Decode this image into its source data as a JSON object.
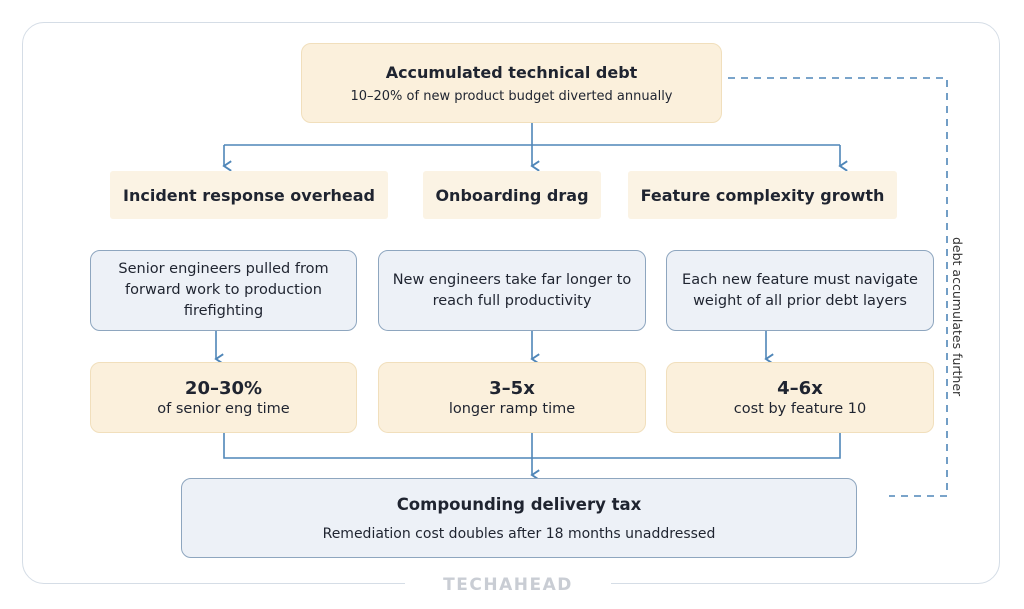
{
  "root": {
    "title": "Accumulated technical debt",
    "subtitle": "10–20% of new product budget diverted annually"
  },
  "branches": [
    {
      "label": "Incident response overhead",
      "description": "Senior engineers pulled from forward work to production firefighting",
      "metric_value": "20–30%",
      "metric_caption": "of senior eng time"
    },
    {
      "label": "Onboarding drag",
      "description": "New engineers take far longer to reach full productivity",
      "metric_value": "3–5x",
      "metric_caption": "longer ramp time"
    },
    {
      "label": "Feature complexity growth",
      "description": "Each new feature must navigate weight of all prior debt layers",
      "metric_value": "4–6x",
      "metric_caption": "cost by feature 10"
    }
  ],
  "result": {
    "title": "Compounding delivery tax",
    "subtitle": "Remediation cost doubles after 18 months unaddressed"
  },
  "feedback_label": "debt accumulates further",
  "brand": "TECHAHEAD",
  "colors": {
    "connector": "#4f86b8",
    "cream_fill": "#fbf0dc",
    "blue_fill": "#edf1f7",
    "blue_border": "#8ea6bf"
  }
}
